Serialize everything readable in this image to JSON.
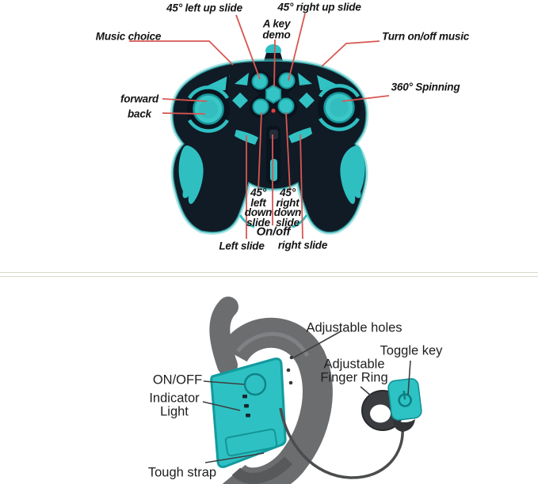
{
  "controller_diagram": {
    "labels": {
      "left_up_slide": "45° left up slide",
      "right_up_slide": "45° right up slide",
      "a_key_demo": "A key\ndemo",
      "music_choice": "Music choice",
      "turn_on_off_music": "Turn on/off music",
      "spinning_360": "360° Spinning",
      "forward": "forward",
      "back": "back",
      "left_down_slide": "45°\nleft\ndown\nslide",
      "right_down_slide": "45°\nright\ndown\nslide",
      "on_off": "On/off",
      "left_slide": "Left slide",
      "right_slide": "right slide"
    }
  },
  "wristband_diagram": {
    "labels": {
      "adjustable_holes": "Adjustable holes",
      "toggle_key": "Toggle key",
      "adjustable_finger_ring": "Adjustable\nFinger Ring",
      "on_off": "ON/OFF",
      "indicator_light": "Indicator\nLight",
      "tough_strap": "Tough strap"
    }
  },
  "colors": {
    "teal_accent": "#32c2c4",
    "teal_dark": "#15989c",
    "controller_body": "#101b26",
    "red_leader_line": "#d85752",
    "dark_leader_line": "#3d3f41",
    "strap_gray": "#6b6d6f",
    "divider": "#d8d8ca",
    "led_red": "#e04040"
  }
}
